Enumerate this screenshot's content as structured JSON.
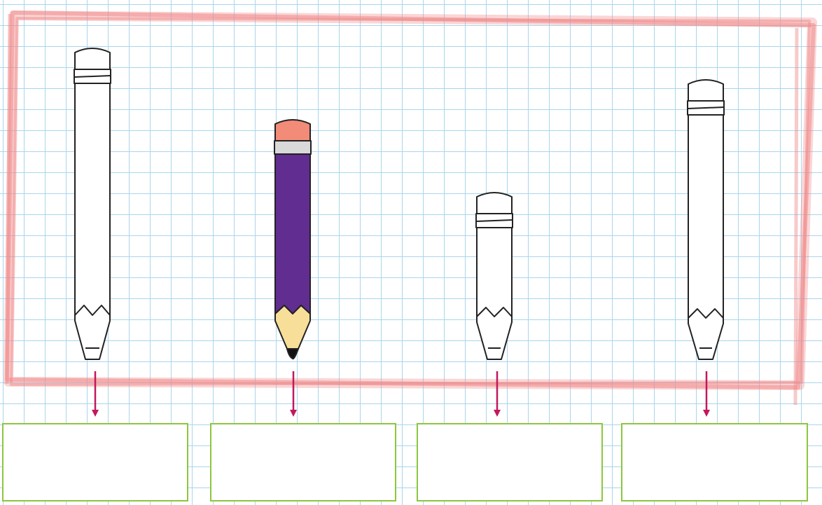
{
  "frame": {
    "color": "#f08a8a"
  },
  "pencils": [
    {
      "id": "pencil-1",
      "style": "outline"
    },
    {
      "id": "pencil-2",
      "style": "colored",
      "body_color": "#622d91",
      "eraser_color": "#f28b77",
      "tip_color": "#f7df9a"
    },
    {
      "id": "pencil-3",
      "style": "outline"
    },
    {
      "id": "pencil-4",
      "style": "outline"
    }
  ],
  "arrow_color": "#c2185b",
  "answer_boxes": [
    {
      "text": ""
    },
    {
      "text": ""
    },
    {
      "text": ""
    },
    {
      "text": ""
    }
  ],
  "answer_box_border": "#8cc63f"
}
